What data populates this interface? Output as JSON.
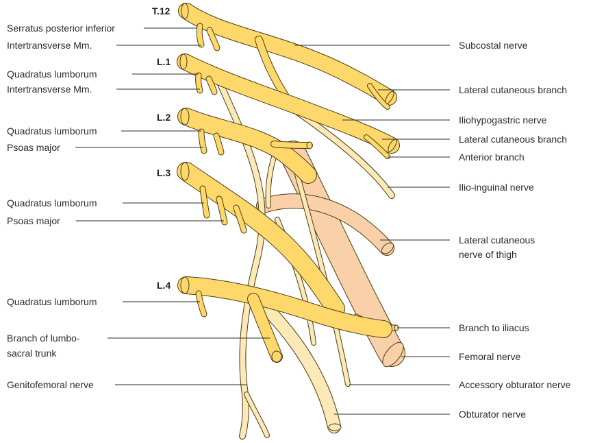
{
  "colors": {
    "nerve_yellow": "#ffd86b",
    "nerve_pale": "#fbe9b8",
    "nerve_peach": "#f9d0a8",
    "outline": "#4a3a10",
    "leader": "#2b2b2b"
  },
  "levels": {
    "t12": "T.12",
    "l1": "L.1",
    "l2": "L.2",
    "l3": "L.3",
    "l4": "L.4"
  },
  "left_labels": {
    "serratus": "Serratus posterior inferior",
    "intertrans_1": "Intertransverse Mm.",
    "quadratus_1": "Quadratus lumborum",
    "intertrans_2": "Intertransverse Mm.",
    "quadratus_2": "Quadratus lumborum",
    "psoas_1": "Psoas major",
    "quadratus_3": "Quadratus lumborum",
    "psoas_2": "Psoas major",
    "quadratus_4": "Quadratus lumborum",
    "lumbosacral_1": "Branch of lumbo-",
    "lumbosacral_2": "sacral trunk",
    "genitofemoral": "Genitofemoral nerve"
  },
  "right_labels": {
    "subcostal": "Subcostal nerve",
    "lat_cut_1": "Lateral cutaneous branch",
    "iliohypogastric": "Iliohypogastric nerve",
    "lat_cut_2": "Lateral cutaneous branch",
    "anterior_branch": "Anterior branch",
    "ilio_inguinal": "Ilio-inguinal nerve",
    "lcn_thigh_1": "Lateral cutaneous",
    "lcn_thigh_2": "nerve of thigh",
    "iliacus": "Branch to iliacus",
    "femoral": "Femoral nerve",
    "accessory_obturator": "Accessory obturator nerve",
    "obturator": "Obturator nerve"
  }
}
